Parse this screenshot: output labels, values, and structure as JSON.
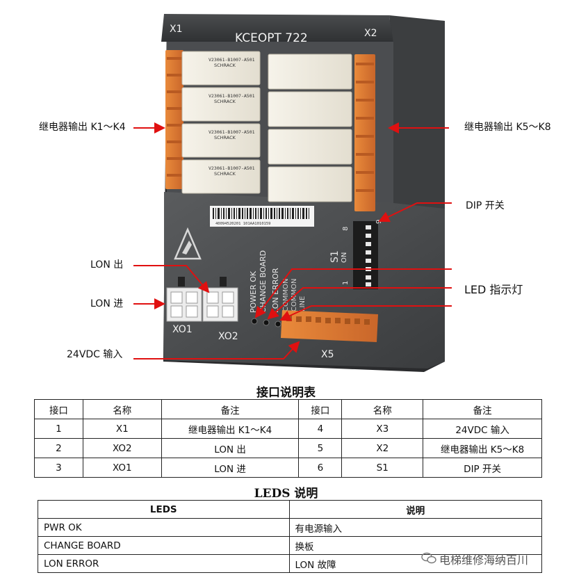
{
  "figure": {
    "device": {
      "model": "KCEOPT 722",
      "x1": "X1",
      "x2": "X2",
      "x5": "X5",
      "xo1": "XO1",
      "xo2": "XO2",
      "s1": "S1",
      "on": "ON",
      "s1_8": "8",
      "s1_1": "1",
      "s1_9": "9",
      "led_labels": [
        "POWER OK",
        "CHANGE BOARD",
        "LON ERROR",
        "COMMON",
        "COMMON",
        "LINE"
      ],
      "relay_text": [
        "V23061-B1007-A501",
        "SCHRACK"
      ],
      "barcode_text": "40094520201 101AA1010159"
    },
    "callouts": {
      "k1k4": "继电器输出 K1～K4",
      "k5k8": "继电器输出 K5～K8",
      "dip": "DIP 开关",
      "lon_out": "LON 出",
      "lon_in": "LON 进",
      "led": "LED 指示灯",
      "vdc": "24VDC 输入"
    },
    "arrow_color": "#e01010"
  },
  "interface_table": {
    "title": "接口说明表",
    "headers": [
      "接口",
      "名称",
      "备注",
      "接口",
      "名称",
      "备注"
    ],
    "rows": [
      [
        "1",
        "X1",
        "继电器输出 K1～K4",
        "4",
        "X3",
        "24VDC 输入"
      ],
      [
        "2",
        "XO2",
        "LON 出",
        "5",
        "X2",
        "继电器输出 K5～K8"
      ],
      [
        "3",
        "XO1",
        "LON 进",
        "6",
        "S1",
        "DIP 开关"
      ]
    ]
  },
  "leds_table": {
    "title": "LEDS 说明",
    "headers": [
      "LEDS",
      "说明"
    ],
    "rows": [
      [
        "PWR OK",
        "有电源输入"
      ],
      [
        "CHANGE BOARD",
        "换板"
      ],
      [
        "LON ERROR",
        "LON 故障"
      ]
    ]
  },
  "watermark": "电梯维修海纳百川"
}
